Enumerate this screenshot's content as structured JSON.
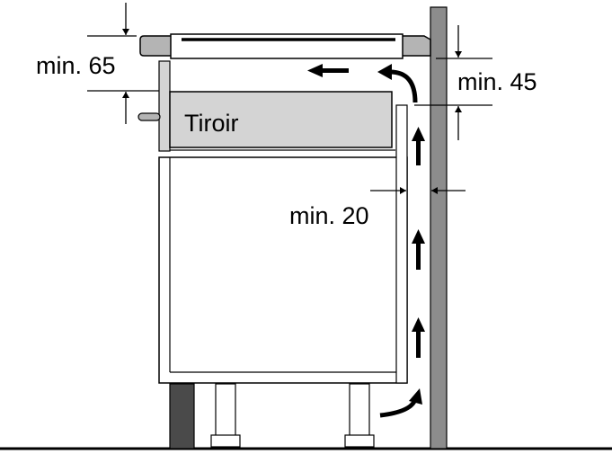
{
  "labels": {
    "drawer": "Tiroir",
    "min_top": "min. 65",
    "min_right": "min. 45",
    "min_side": "min. 20"
  },
  "colors": {
    "line": "#000000",
    "wall": "#8c8c8c",
    "countertop": "#b4b4b4",
    "drawer": "#d4d4d4",
    "plinth": "#4a4a4a",
    "hob": "#ffffff",
    "background": "#ffffff"
  },
  "icons": {
    "airflow": "airflow-arrow-icon",
    "dimension": "dimension-arrow-icon"
  }
}
